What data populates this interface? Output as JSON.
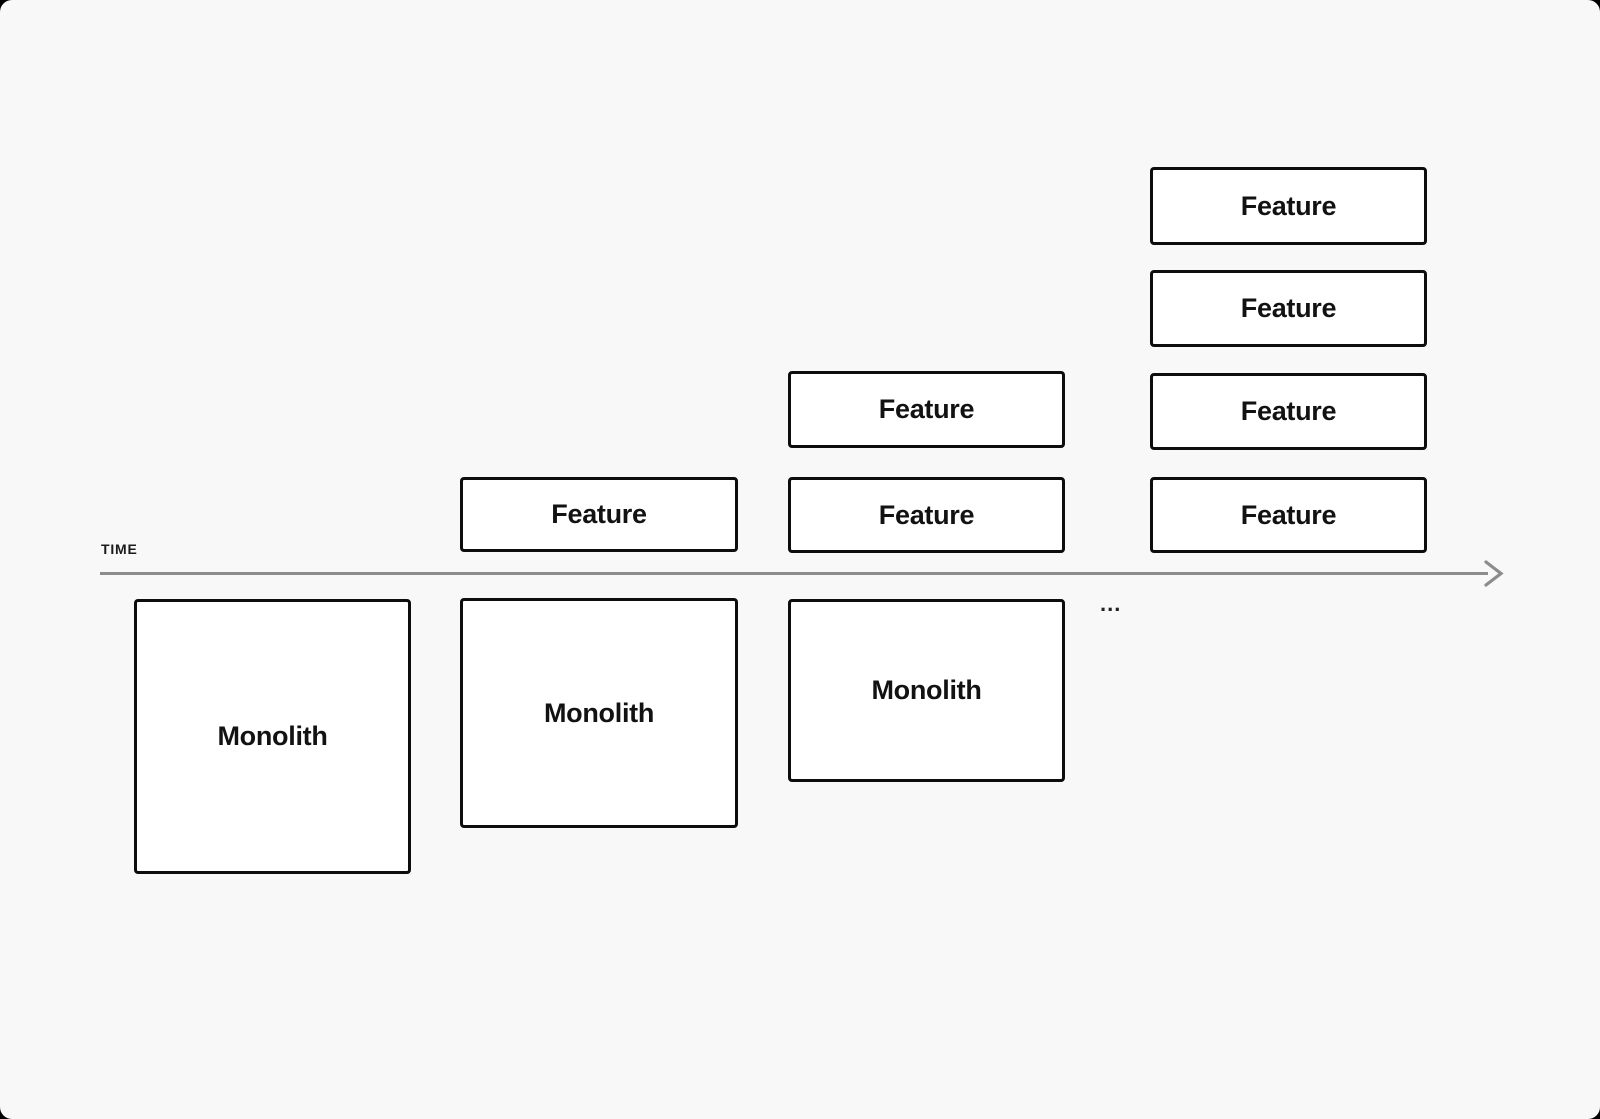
{
  "canvas": {
    "background_color": "#f8f8f8",
    "frame_color": "#000000"
  },
  "timeline": {
    "label": "TIME",
    "arrow_color": "#8c8c8c"
  },
  "ellipsis": "...",
  "box_style": {
    "fill_color": "#ffffff",
    "border_color": "#0d0d0d"
  },
  "columns": [
    {
      "name": "stage-1",
      "monolith": "Monolith",
      "features": []
    },
    {
      "name": "stage-2",
      "monolith": "Monolith",
      "features": [
        "Feature"
      ]
    },
    {
      "name": "stage-3",
      "monolith": "Monolith",
      "features": [
        "Feature",
        "Feature"
      ]
    },
    {
      "name": "stage-4",
      "monolith": null,
      "features": [
        "Feature",
        "Feature",
        "Feature",
        "Feature"
      ]
    }
  ]
}
